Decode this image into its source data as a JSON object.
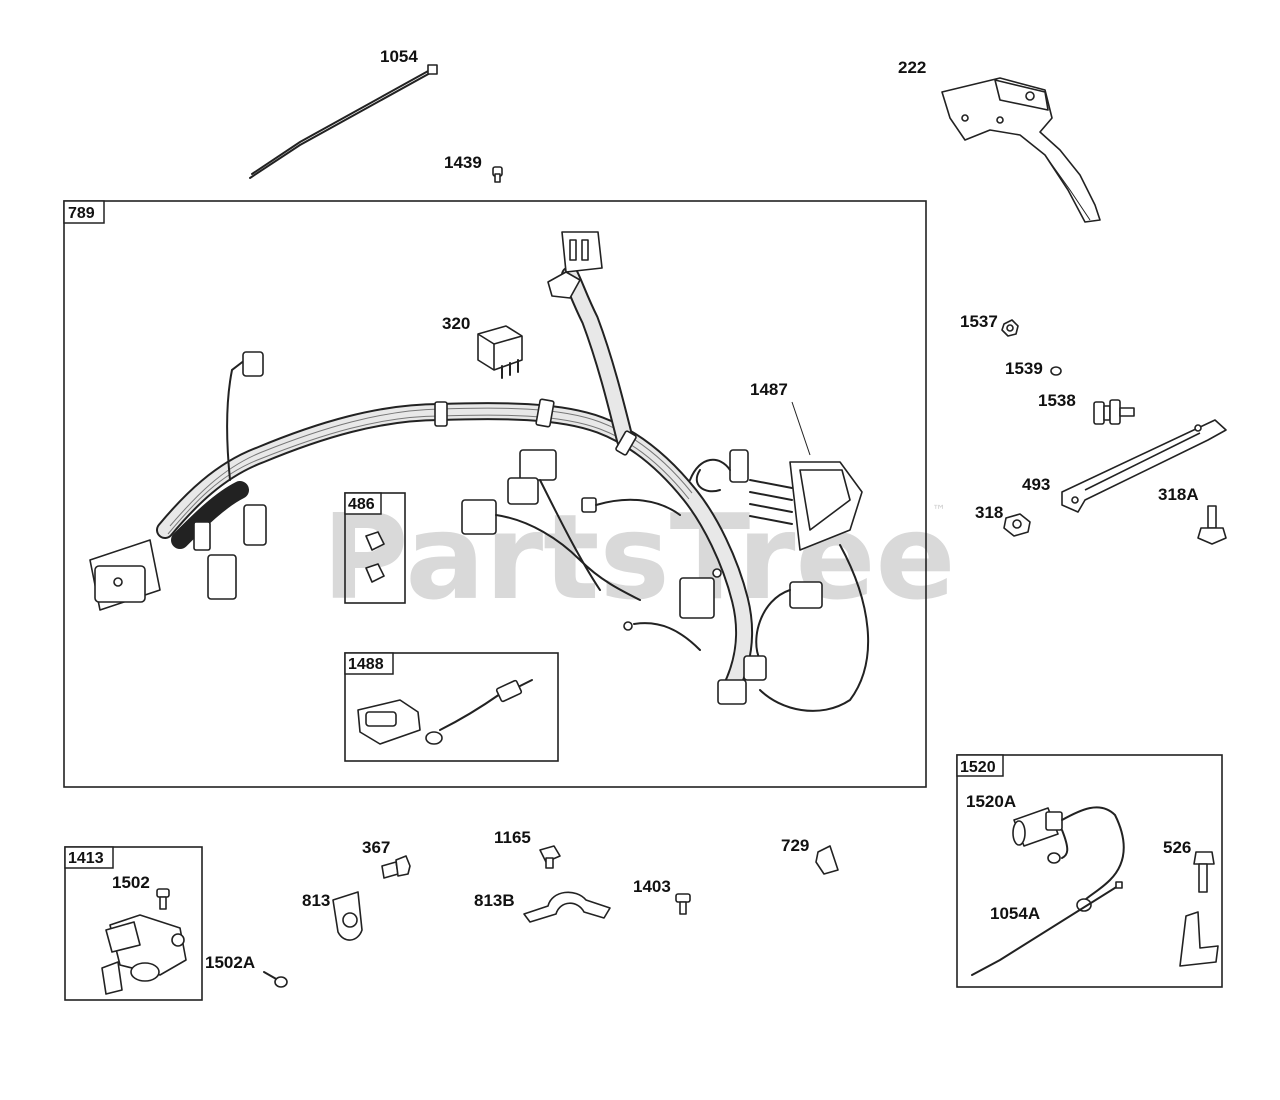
{
  "watermark": {
    "text": "PartsTree",
    "trademark": "™"
  },
  "callouts": {
    "p1054": "1054",
    "p222": "222",
    "p1439": "1439",
    "p789": "789",
    "p320": "320",
    "p1537": "1537",
    "p1539": "1539",
    "p1487": "1487",
    "p1538": "1538",
    "p486": "486",
    "p493": "493",
    "p318": "318",
    "p318A": "318A",
    "p1488": "1488",
    "p1520": "1520",
    "p1520A": "1520A",
    "p526": "526",
    "p1054A": "1054A",
    "p1413": "1413",
    "p1502": "1502",
    "p1502A": "1502A",
    "p367": "367",
    "p813": "813",
    "p1165": "1165",
    "p813B": "813B",
    "p1403": "1403",
    "p729": "729"
  }
}
